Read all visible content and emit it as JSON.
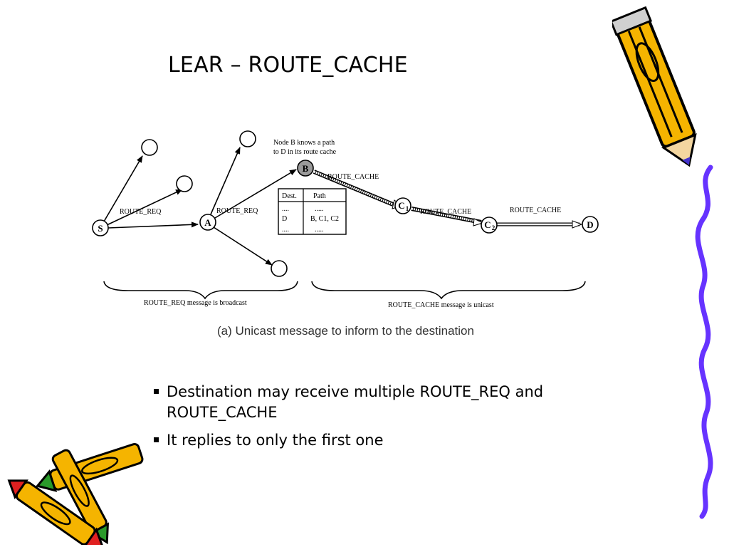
{
  "slide": {
    "title": "LEAR – ROUTE_CACHE",
    "bullets": [
      "Destination may receive multiple ROUTE_REQ and ROUTE_CACHE",
      "It replies to only the first one"
    ]
  },
  "diagram": {
    "nodes": {
      "s": "S",
      "a": "A",
      "b": "B",
      "c1": "C",
      "c1_sub": "1",
      "c2": "C",
      "c2_sub": "2",
      "d": "D"
    },
    "edge_labels": {
      "s_a": "ROUTE_REQ",
      "a_b": "ROUTE_REQ",
      "b_c1": "ROUTE_CACHE",
      "c1_c2": "ROUTE_CACHE",
      "c2_d": "ROUTE_CACHE"
    },
    "callout": [
      "Node B knows a path",
      "to D in its route cache"
    ],
    "route_table": {
      "headers": [
        "Dest.",
        "Path"
      ],
      "rows": [
        [
          "....",
          "....."
        ],
        [
          "D",
          "B, C1, C2"
        ],
        [
          "....",
          "....."
        ]
      ]
    },
    "brace_labels": {
      "broadcast": "ROUTE_REQ message is broadcast",
      "unicast": "ROUTE_CACHE message is unicast"
    },
    "caption": "(a) Unicast message to inform to the destination"
  },
  "decorations": {
    "pencil_icon": "pencil-icon",
    "crayon_icon": "crayons-icon",
    "squiggle": "purple-squiggle",
    "colors": {
      "pencil_body": "#f5b400",
      "pencil_outline": "#000000",
      "crayon_red": "#e02020",
      "crayon_green": "#2a9a2a",
      "squiggle": "#6633ff",
      "node_b_fill": "#9a9a9a"
    }
  }
}
